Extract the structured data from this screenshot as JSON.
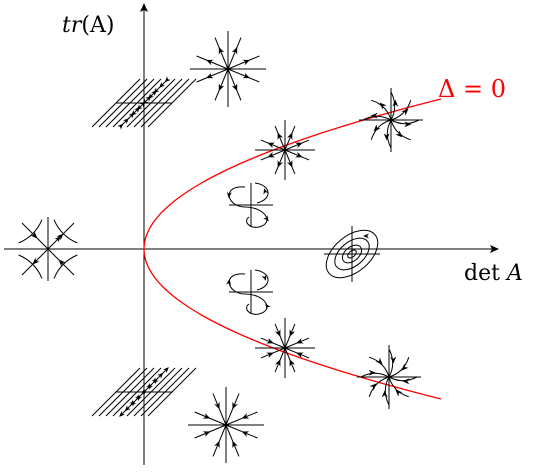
{
  "axes": {
    "y_label_prefix": "tr",
    "y_label_arg": "(A)",
    "x_label_op": "det",
    "x_label_var": "A"
  },
  "curve": {
    "label": "Δ = 0",
    "color": "#ff0000"
  },
  "colors": {
    "ink": "#000000",
    "curve": "#ff0000"
  },
  "portraits": [
    {
      "id": "saddle",
      "icon": "saddle-icon"
    },
    {
      "id": "line-of-equilibria-unstable",
      "icon": "parallel-lines-unstable-icon"
    },
    {
      "id": "degenerate-unstable-node",
      "icon": "star-unstable-icon"
    },
    {
      "id": "star-unstable-on-curve",
      "icon": "star-node-icon"
    },
    {
      "id": "unstable-node",
      "icon": "unstable-node-icon"
    },
    {
      "id": "unstable-spiral",
      "icon": "spiral-unstable-icon"
    },
    {
      "id": "center",
      "icon": "center-icon"
    },
    {
      "id": "stable-spiral",
      "icon": "spiral-stable-icon"
    },
    {
      "id": "star-stable-on-curve",
      "icon": "star-node-stable-icon"
    },
    {
      "id": "stable-node",
      "icon": "stable-node-icon"
    },
    {
      "id": "line-of-equilibria-stable",
      "icon": "parallel-lines-stable-icon"
    },
    {
      "id": "degenerate-stable-node",
      "icon": "star-stable-icon"
    }
  ]
}
